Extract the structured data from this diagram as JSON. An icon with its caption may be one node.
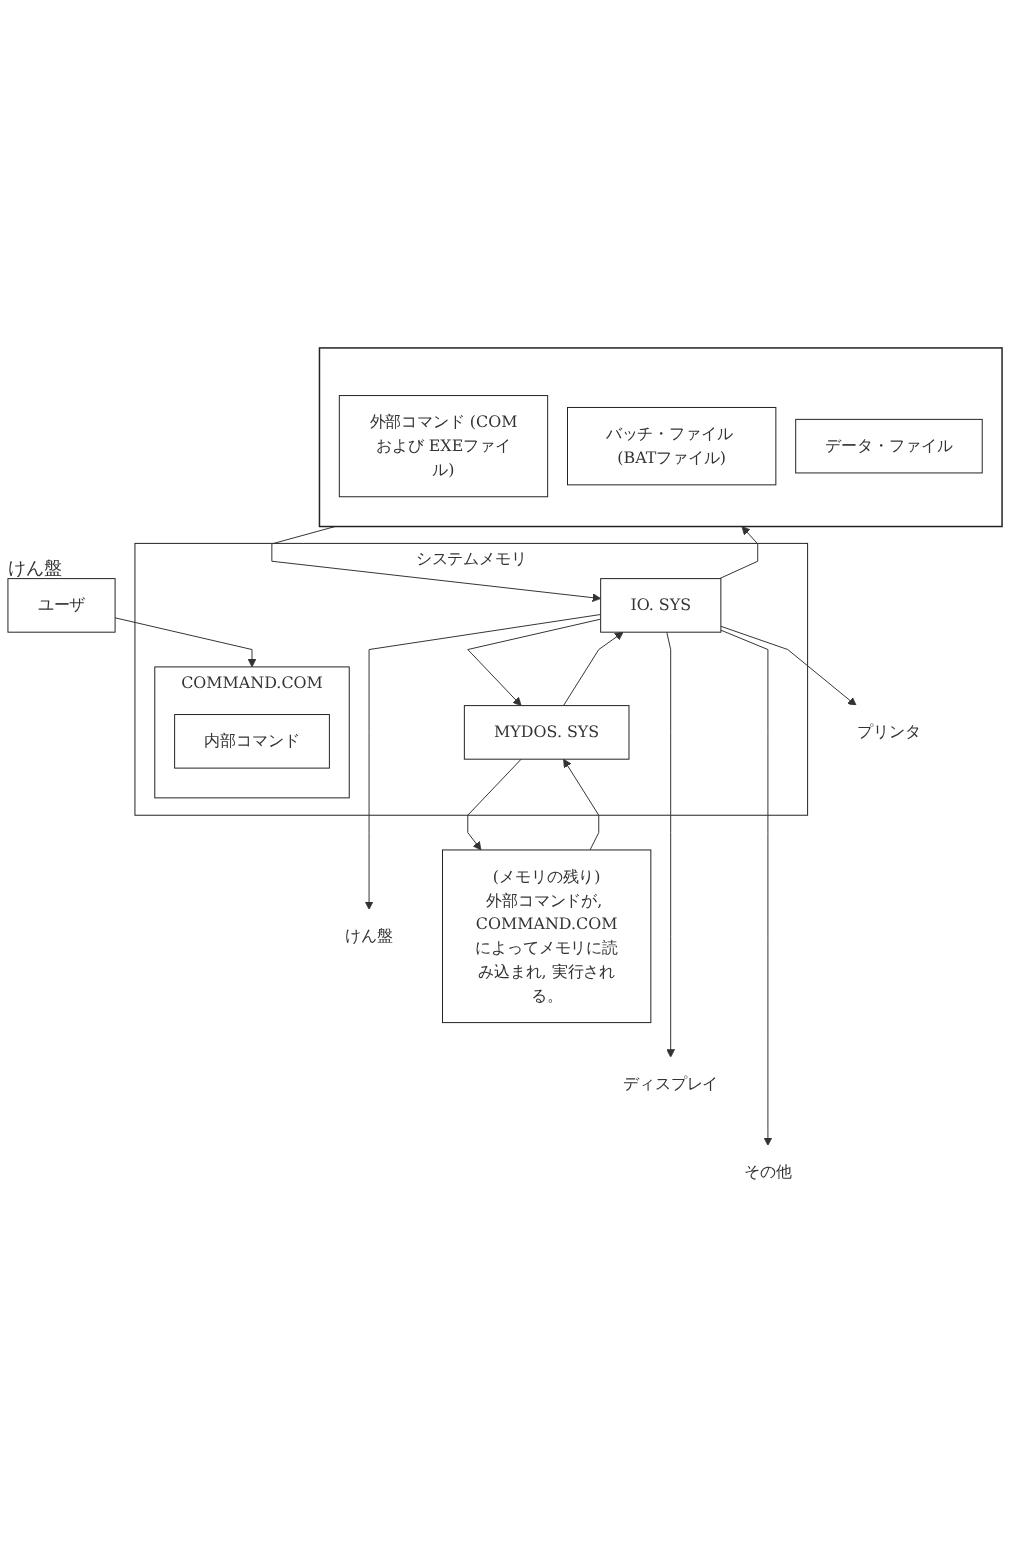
{
  "diagram": {
    "nodes": [
      {
        "text": [
          "ユーザ"
        ],
        "beside": [
          "けん盤"
        ]
      },
      {
        "text": [
          "システムメモリ"
        ]
      },
      {
        "text": [
          "COMMAND.COM"
        ],
        "in": 1
      },
      {
        "text": [
          "内部コマンド"
        ],
        "in": 2
      },
      {
        "text": [
          "MYDOS. SYS"
        ],
        "in": 1
      },
      {
        "text": [
          "IO. SYS"
        ],
        "in": 1
      },
      {
        "text": [
          "プリンタ"
        ]
      },
      {
        "text": [
          "けん盤"
        ]
      },
      {
        "text": [
          "ディスプレイ"
        ]
      },
      {
        "text": [
          "その他"
        ]
      },
      {
        "text": [
          "(メモリの残り)",
          "外部コマンドが, COMMAND.COMによってメモリに読み込まれ, 実行される。"
        ]
      },
      {
        "text": [],
        "shape": "box"
      },
      {
        "text": [
          "外部コマンド (COMおよび EXEファイル)"
        ],
        "in": 11
      },
      {
        "text": [
          "バッチ・ファイル (BATファイル)"
        ],
        "in": 11
      },
      {
        "text": [
          "データ・ファイル"
        ],
        "in": 11
      }
    ],
    "edges": [
      {
        "from": 0,
        "to": 2,
        "arrow": "to"
      },
      {
        "from": 4,
        "to": 10,
        "arrow": "to"
      },
      {
        "from": 10,
        "to": 4,
        "arrow": "to"
      },
      {
        "from": 5,
        "to": 4,
        "arrow": "to"
      },
      {
        "from": 4,
        "to": 5,
        "arrow": "to"
      },
      {
        "from": 5,
        "to": 6,
        "arrow": "to"
      },
      {
        "from": 5,
        "to": 7,
        "arrow": "to"
      },
      {
        "from": 5,
        "to": 8,
        "arrow": "to"
      },
      {
        "from": 5,
        "to": 9,
        "arrow": "to"
      },
      {
        "from": 5,
        "to": 11,
        "arrow": "to"
      },
      {
        "from": 11,
        "to": 5,
        "arrow": "to"
      }
    ]
  }
}
